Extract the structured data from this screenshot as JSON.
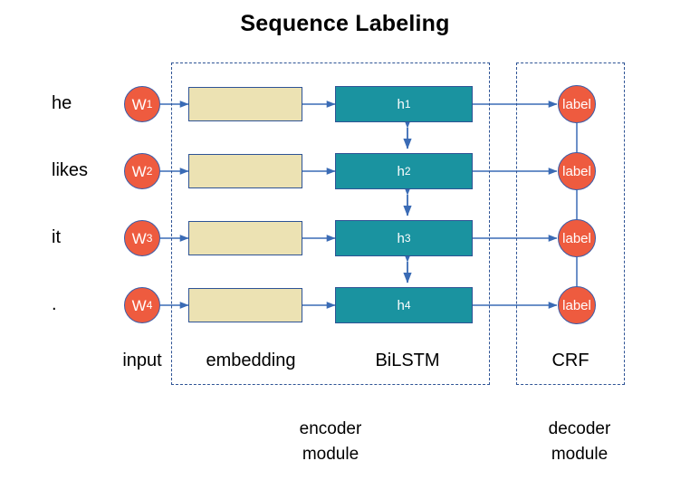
{
  "title": "Sequence Labeling",
  "colors": {
    "node_fill": "#ee5b3f",
    "embedding_fill": "#ece2b3",
    "lstm_fill": "#1a93a0",
    "stroke": "#2e5395",
    "arrow": "#3a6bb5",
    "background": "#ffffff"
  },
  "rows": [
    {
      "word": "he",
      "token_letter": "W",
      "token_index": "1",
      "hidden_letter": "h",
      "hidden_index": "1",
      "output_label": "label"
    },
    {
      "word": "likes",
      "token_letter": "W",
      "token_index": "2",
      "hidden_letter": "h",
      "hidden_index": "2",
      "output_label": "label"
    },
    {
      "word": "it",
      "token_letter": "W",
      "token_index": "3",
      "hidden_letter": "h",
      "hidden_index": "3",
      "output_label": "label"
    },
    {
      "word": ".",
      "token_letter": "W",
      "token_index": "4",
      "hidden_letter": "h",
      "hidden_index": "4",
      "output_label": "label"
    }
  ],
  "column_captions": {
    "input": "input",
    "embedding": "embedding",
    "bilstm": "BiLSTM",
    "crf": "CRF"
  },
  "module_captions": {
    "encoder_line1": "encoder",
    "encoder_line2": "module",
    "decoder_line1": "decoder",
    "decoder_line2": "module"
  }
}
